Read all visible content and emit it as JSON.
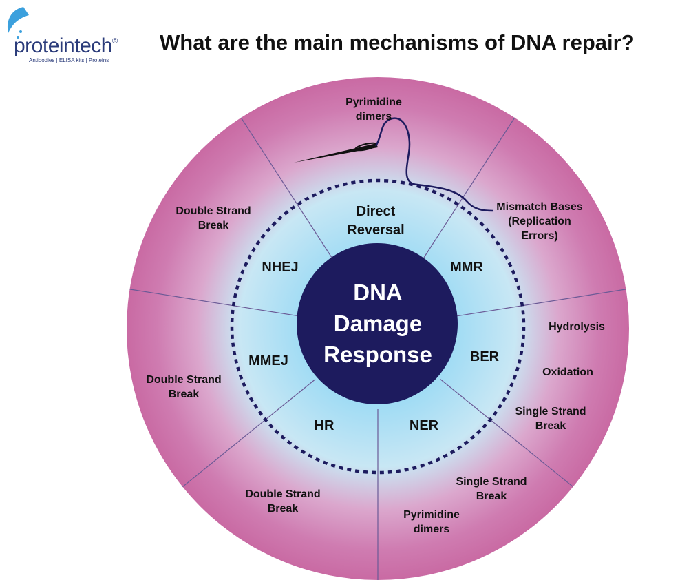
{
  "brand": {
    "name": "proteintech",
    "tagline": "Antibodies  |  ELISA kits  |  Proteins",
    "color": "#2a3b7a"
  },
  "title": "What are the main mechanisms of DNA repair?",
  "center": {
    "lines": [
      "DNA",
      "Damage",
      "Response"
    ]
  },
  "mechanisms": [
    {
      "id": "direct-reversal",
      "lines": [
        "Direct",
        "Reversal"
      ]
    },
    {
      "id": "mmr",
      "lines": [
        "MMR"
      ]
    },
    {
      "id": "ber",
      "lines": [
        "BER"
      ]
    },
    {
      "id": "ner",
      "lines": [
        "NER"
      ]
    },
    {
      "id": "hr",
      "lines": [
        "HR"
      ]
    },
    {
      "id": "mmej",
      "lines": [
        "MMEJ"
      ]
    },
    {
      "id": "nhej",
      "lines": [
        "NHEJ"
      ]
    }
  ],
  "damage_types": [
    {
      "id": "pyrimidine-dimers-top",
      "lines": [
        "Pyrimidine",
        "dimers"
      ]
    },
    {
      "id": "mismatch-bases",
      "lines": [
        "Mismatch Bases",
        "(Replication",
        "Errors)"
      ]
    },
    {
      "id": "hydrolysis",
      "lines": [
        "Hydrolysis"
      ]
    },
    {
      "id": "oxidation",
      "lines": [
        "Oxidation"
      ]
    },
    {
      "id": "single-strand-break-ber",
      "lines": [
        "Single Strand",
        "Break"
      ]
    },
    {
      "id": "single-strand-break-ner",
      "lines": [
        "Single Strand",
        "Break"
      ]
    },
    {
      "id": "pyrimidine-dimers-ner",
      "lines": [
        "Pyrimidine",
        "dimers"
      ]
    },
    {
      "id": "double-strand-break-hr",
      "lines": [
        "Double Strand",
        "Break"
      ]
    },
    {
      "id": "double-strand-break-mmej",
      "lines": [
        "Double Strand",
        "Break"
      ]
    },
    {
      "id": "double-strand-break-nhej",
      "lines": [
        "Double Strand",
        "Break"
      ]
    }
  ],
  "colors": {
    "outer_ring": "#c96fa6",
    "inner_glow": "#8fd3f1",
    "core": "#1d1b5e",
    "dots": "#1d1b5e",
    "thread": "#1d1b5e"
  }
}
